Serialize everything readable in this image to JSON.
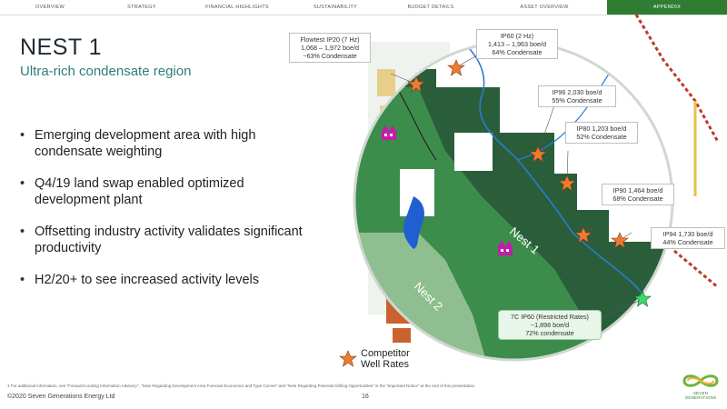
{
  "nav": {
    "tabs": [
      {
        "label": "OVERVIEW"
      },
      {
        "label": "STRATEGY"
      },
      {
        "label": "FINANCIAL HIGHLIGHTS"
      },
      {
        "label": "SUSTAINABILITY"
      },
      {
        "label": "BUDGET DETAILS"
      },
      {
        "label": "ASSET OVERVIEW"
      },
      {
        "label": "APPENDIX"
      }
    ],
    "active_tab": "APPENDIX"
  },
  "slide": {
    "title": "NEST 1",
    "subtitle": "Ultra-rich condensate region",
    "bullets": [
      "Emerging development area with high condensate weighting",
      "Q4/19 land swap enabled optimized development plant",
      "Offsetting industry activity validates significant productivity",
      "H2/20+ to see increased activity levels"
    ]
  },
  "map": {
    "areas": {
      "nest1": "Nest 1",
      "nest2": "Nest 2"
    },
    "callouts": [
      {
        "id": "flowtest",
        "line1": "Flowtest IP20 (7 Hz)",
        "line2": "1,068 – 1,972 boe/d",
        "line3": "~63% Condensate"
      },
      {
        "id": "ip60",
        "line1": "IP60 (2 Hz)",
        "line2": "1,413 – 1,963 boe/d",
        "line3": "64% Condensate"
      },
      {
        "id": "ip96",
        "line1": "IP96 2,030  boe/d",
        "line2": "55% Condensate"
      },
      {
        "id": "ip80",
        "line1": "IP80 1,203 boe/d",
        "line2": "52% Condensate"
      },
      {
        "id": "ip90",
        "line1": "IP90 1,464 boe/d",
        "line2": "68% Condensate"
      },
      {
        "id": "ip94",
        "line1": "IP94 1,730 boe/d",
        "line2": "44% Condensate"
      },
      {
        "id": "ip60-7c",
        "line1": "7C IP60 (Restricted Rates)",
        "line2": "~1,898 boe/d",
        "line3": "72% condensate"
      }
    ],
    "legend": {
      "line1": "Competitor",
      "line2": "Well Rates"
    },
    "colors": {
      "dark_green": "#2a5e3a",
      "light_green": "#3c8c4c",
      "pale_green": "#8fbf90",
      "star": "#f07a32",
      "highlight_star": "#3ddc6a",
      "river": "#2b7bd1",
      "plant": "#c21ea8"
    }
  },
  "footer": {
    "footnote": "1    For additional information, see \"Forward-Looking Information Advisory\", \"Note Regarding Development Area Forecast Economics and Type Curves\" and \"Note Regarding Potential Drilling Opportunities\" in the \"Important Notice\" at the end of this presentation.",
    "copyright": "©2020 Seven Generations Energy Ltd",
    "page": "16",
    "brand": "SEVEN GENERATIONS"
  }
}
